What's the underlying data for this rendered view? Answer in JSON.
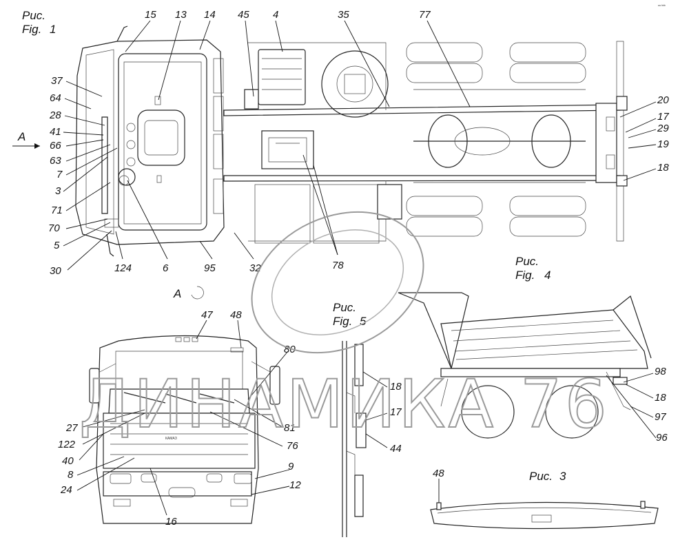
{
  "figures": {
    "fig1": {
      "ru": "Рис.",
      "en": "Fig.",
      "num": "1"
    },
    "fig3": {
      "ru": "Рис.",
      "num": "3"
    },
    "fig4": {
      "ru": "Рис.",
      "en": "Fig.",
      "num": "4"
    },
    "fig5": {
      "ru": "Рис.",
      "en": "Fig.",
      "num": "5"
    }
  },
  "view_arrow": "A",
  "view_label": "A",
  "watermark": "ДИНАМИКА 76",
  "corner_mark": "ᵉᵃ ᵇᵇᵇ",
  "grille_badge": "КАМАЗ",
  "callouts": {
    "fig1_top": [
      "15",
      "13",
      "14",
      "45",
      "4",
      "35",
      "77"
    ],
    "fig1_left": [
      "37",
      "64",
      "28",
      "41",
      "66",
      "63",
      "7",
      "3",
      "71",
      "70",
      "5",
      "30"
    ],
    "fig1_bottom": [
      "124",
      "6",
      "95",
      "32",
      "78"
    ],
    "fig1_right": [
      "20",
      "17",
      "29",
      "19",
      "18"
    ],
    "fig_front": [
      "47",
      "48",
      "80",
      "27",
      "122",
      "40",
      "8",
      "24",
      "81",
      "76",
      "9",
      "12",
      "16"
    ],
    "fig5": [
      "18",
      "17",
      "44"
    ],
    "fig4": [
      "98",
      "18",
      "97",
      "96"
    ],
    "fig3": [
      "48"
    ]
  }
}
